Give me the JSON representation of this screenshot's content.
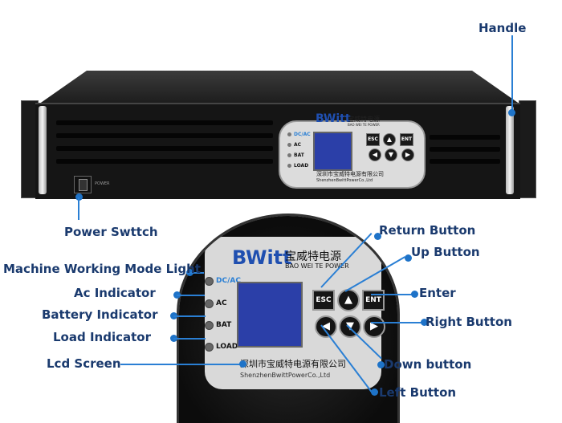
{
  "callouts": {
    "handle": "Handle",
    "power_switch": "Power Swttch",
    "machine_mode": "Machine Working Mode Light",
    "ac_indicator": "Ac Indicator",
    "battery_indicator": "Battery Indicator",
    "load_indicator": "Load Indicator",
    "lcd_screen": "Lcd Screen",
    "return_button": "Return Button",
    "up_button": "Up Button",
    "enter": "Enter",
    "right_button": "Right Button",
    "down_button": "Down button",
    "left_button": "Left Button"
  },
  "device": {
    "brand": "BWitt",
    "brand_cn": "宝威特电源",
    "brand_en": "BAO WEI TE POWER",
    "company_cn": "深圳市宝威特电源有限公司",
    "company_en": "ShenzhenBwittPowerCo.,Ltd",
    "switch_label": "POWER",
    "led_mode": "DC/AC",
    "led_ac": "AC",
    "led_bat": "BAT",
    "led_load": "LOAD",
    "btn_esc": "ESC",
    "btn_ent": "ENT",
    "btn_up": "▲",
    "btn_down": "▼",
    "btn_left": "◀",
    "btn_right": "▶"
  },
  "colors": {
    "label_text": "#1a3a6e",
    "callout_line": "#2a7fd4",
    "lcd_blue": "#2b3fa8"
  }
}
